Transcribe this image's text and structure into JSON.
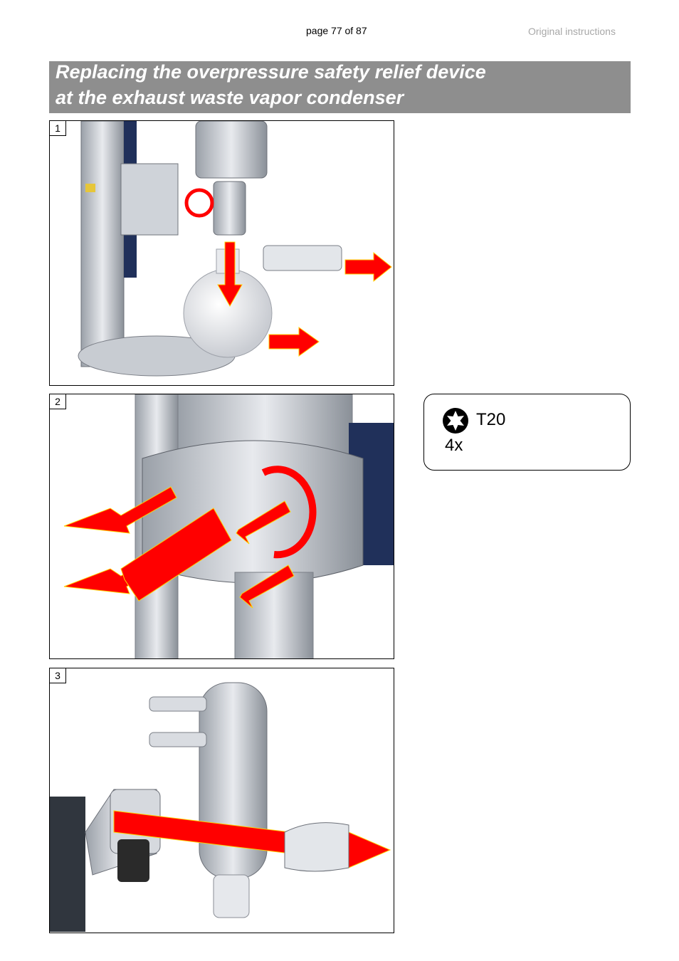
{
  "header": {
    "page_label": "page 77 of 87",
    "doc_type": "Original instructions"
  },
  "title": {
    "line1": "Replacing the overpressure safety relief device",
    "line2": "at the exhaust waste vapor condenser"
  },
  "steps": [
    {
      "number": "1"
    },
    {
      "number": "2"
    },
    {
      "number": "3"
    }
  ],
  "tool": {
    "icon": "torx-icon",
    "size": "T20",
    "count": "4x"
  },
  "colors": {
    "title_band": "#8e8e8e",
    "arrow_red": "#ff0000",
    "arrow_outline": "#ffd200"
  }
}
